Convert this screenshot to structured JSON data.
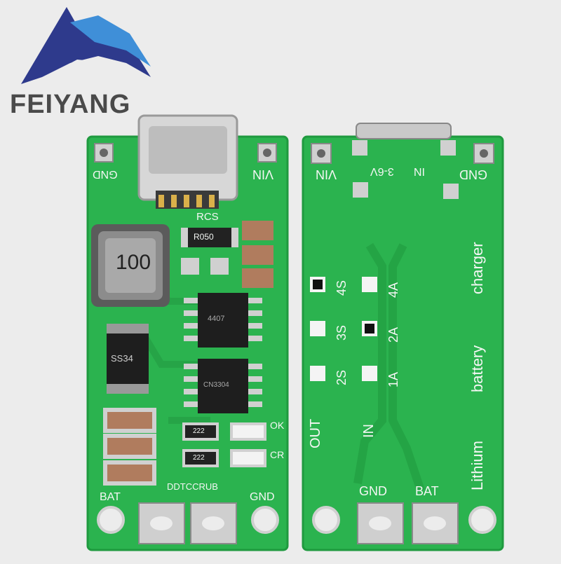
{
  "brand": {
    "name": "FEIYANG",
    "logo": "feiyang-wing-logo"
  },
  "colors": {
    "background": "#ececec",
    "pcb": "#2bb34f",
    "pcb_dark": "#1f9a3f",
    "pad": "#c9c9c9",
    "silk": "#f1f5f1",
    "brand_blue": "#2e3a8c",
    "brand_light": "#3f8fd8"
  },
  "front_board": {
    "gnd_label": "GND",
    "vin_label": "VIN",
    "rcs_label": "RCS",
    "resistor_code": "R050",
    "inductor_code": "100",
    "diode_code": "SS34",
    "ic1_code": "4407",
    "ic2_code": "CN3304",
    "ok_label": "OK",
    "cr_label": "CR",
    "small_res_code": "222",
    "bat_label": "BAT",
    "model_label": "DDTCCRUB",
    "gnd_bottom_label": "GND"
  },
  "back_board": {
    "vin_label": "VIN",
    "range_label": "3-6V",
    "in_label": "IN",
    "gnd_label": "GND",
    "cells": [
      "4S",
      "3S",
      "2S"
    ],
    "currents": [
      "4A",
      "2A",
      "1A"
    ],
    "out_label": "OUT",
    "in_arrow_label": "IN",
    "title_words": [
      "Lithium",
      "battery",
      "charger"
    ],
    "gnd_bottom_label": "GND",
    "bat_bottom_label": "BAT"
  }
}
